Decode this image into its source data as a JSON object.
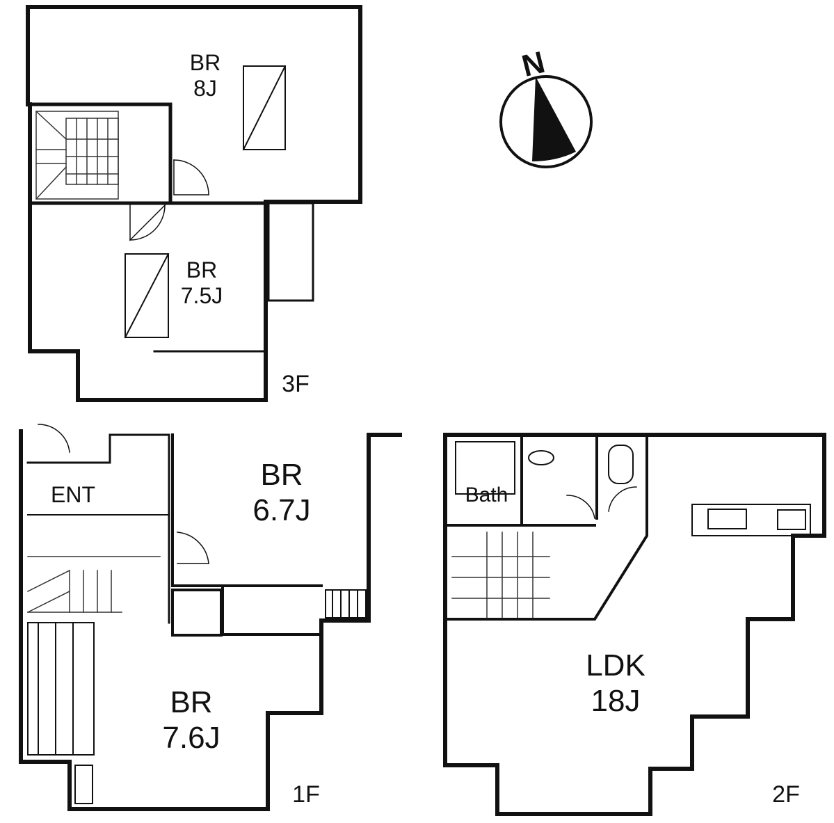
{
  "compass": {
    "letter": "N",
    "icon": "north-arrow-icon"
  },
  "floors": {
    "third": {
      "label": "3F",
      "rooms": [
        {
          "name": "BR",
          "size": "8J"
        },
        {
          "name": "BR",
          "size": "7.5J"
        }
      ]
    },
    "first": {
      "label": "1F",
      "rooms": [
        {
          "name": "ENT",
          "size": ""
        },
        {
          "name": "BR",
          "size": "6.7J"
        },
        {
          "name": "BR",
          "size": "7.6J"
        }
      ]
    },
    "second": {
      "label": "2F",
      "rooms": [
        {
          "name": "Bath",
          "size": ""
        },
        {
          "name": "LDK",
          "size": "18J"
        }
      ]
    }
  },
  "colors": {
    "wall": "#111111",
    "background": "#ffffff",
    "thin_line": "#333333"
  }
}
